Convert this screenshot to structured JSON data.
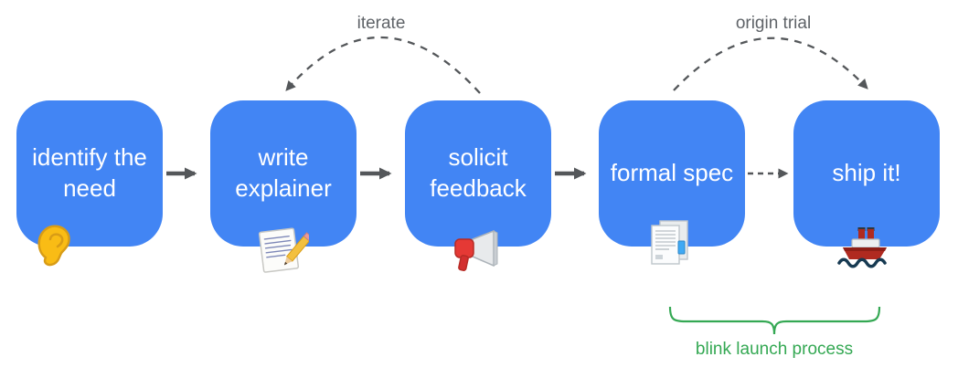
{
  "flow": {
    "boxes": [
      {
        "label": "identify the need",
        "icon": "ear-icon"
      },
      {
        "label": "write explainer",
        "icon": "memo-icon"
      },
      {
        "label": "solicit feedback",
        "icon": "megaphone-icon"
      },
      {
        "label": "formal spec",
        "icon": "document-icon"
      },
      {
        "label": "ship it!",
        "icon": "ship-icon"
      }
    ],
    "annotations": {
      "iterate": "iterate",
      "origin_trial": "origin trial",
      "brace": "blink launch process"
    },
    "connections": [
      {
        "from": "identify the need",
        "to": "write explainer",
        "style": "solid-arrow"
      },
      {
        "from": "write explainer",
        "to": "solicit feedback",
        "style": "solid-arrow"
      },
      {
        "from": "solicit feedback",
        "to": "formal spec",
        "style": "solid-arrow"
      },
      {
        "from": "formal spec",
        "to": "ship it!",
        "style": "dashed-arrow"
      },
      {
        "from": "solicit feedback",
        "to": "write explainer",
        "style": "dashed-arc",
        "label": "iterate"
      },
      {
        "from": "formal spec",
        "to": "ship it!",
        "style": "dashed-arc",
        "label": "origin trial"
      }
    ]
  },
  "colors": {
    "box_fill": "#4285F4",
    "box_text": "#FFFFFF",
    "connector": "#54575A",
    "annotation_text": "#5F6368",
    "brace_green": "#34A853"
  }
}
